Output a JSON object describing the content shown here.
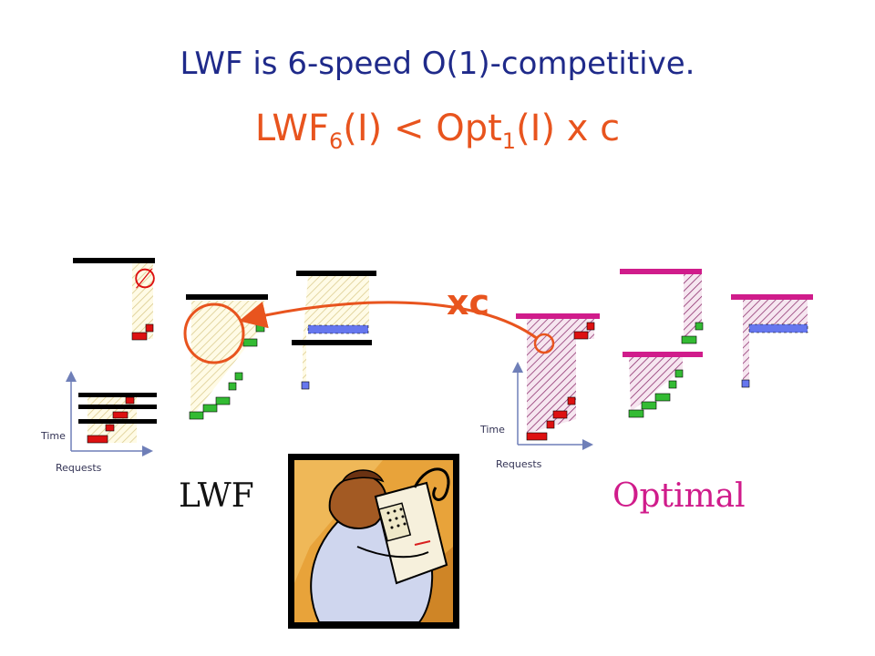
{
  "title": "LWF is 6-speed O(1)-competitive.",
  "formula": {
    "lhs": "LWF",
    "lhs_sub": "6",
    "arg1": "(I) < Opt",
    "rhs_sub": "1",
    "arg2": "(I) x c"
  },
  "multiplier_label": "xc",
  "empty_set_symbol": "∅",
  "axes": {
    "y_label": "Time",
    "x_label": "Requests"
  },
  "panels": {
    "left_label": "LWF",
    "right_label": "Optimal"
  },
  "colors": {
    "title": "#1f2a8a",
    "formula": "#e8541e",
    "optimal": "#d01c8b",
    "lwf_bar": "#000000",
    "red_block": "#dd1111",
    "green_block": "#33bb33",
    "blue_block": "#6677ee"
  },
  "icons": {
    "clipart": "person-reading-document-icon"
  }
}
